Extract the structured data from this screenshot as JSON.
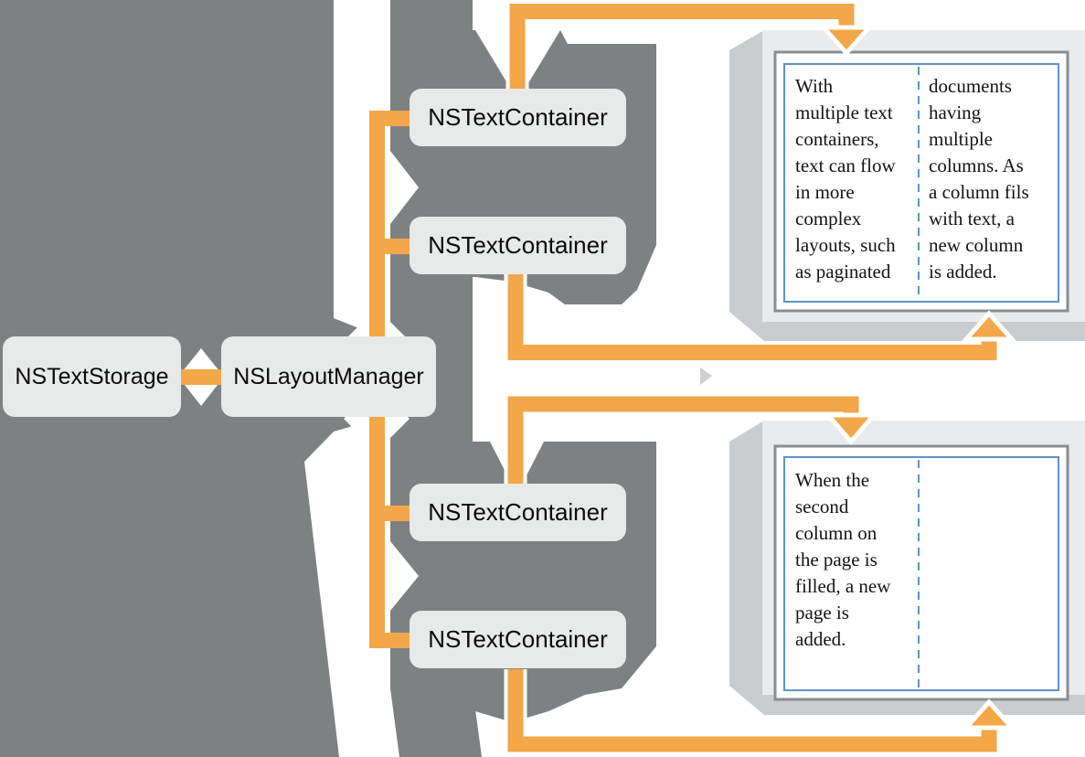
{
  "nodes": {
    "text_storage": "NSTextStorage",
    "layout_manager": "NSLayoutManager",
    "containers": [
      "NSTextContainer",
      "NSTextContainer",
      "NSTextContainer",
      "NSTextContainer"
    ]
  },
  "pages": {
    "page1": {
      "column1": "With\nmultiple text\ncontainers,\ntext can flow\nin more\ncomplex\nlayouts, such\nas paginated",
      "column2": "documents\nhaving\nmultiple\ncolumns. As\na column fils\nwith text, a\nnew column\nis added."
    },
    "page2": {
      "column1": "When the\nsecond\ncolumn on\nthe page is\nfilled, a new\npage is\nadded.",
      "column2": ""
    }
  },
  "colors": {
    "connector_orange": "#F3A748",
    "backdrop_gray": "#7E8182",
    "node_fill": "#E8E9E9",
    "page_shadow": "#C9CDCF",
    "page_mat": "#EAEBEC",
    "page_border": "#8A8E90",
    "column_frame_blue": "#5F94C2",
    "text_black": "#141414"
  }
}
